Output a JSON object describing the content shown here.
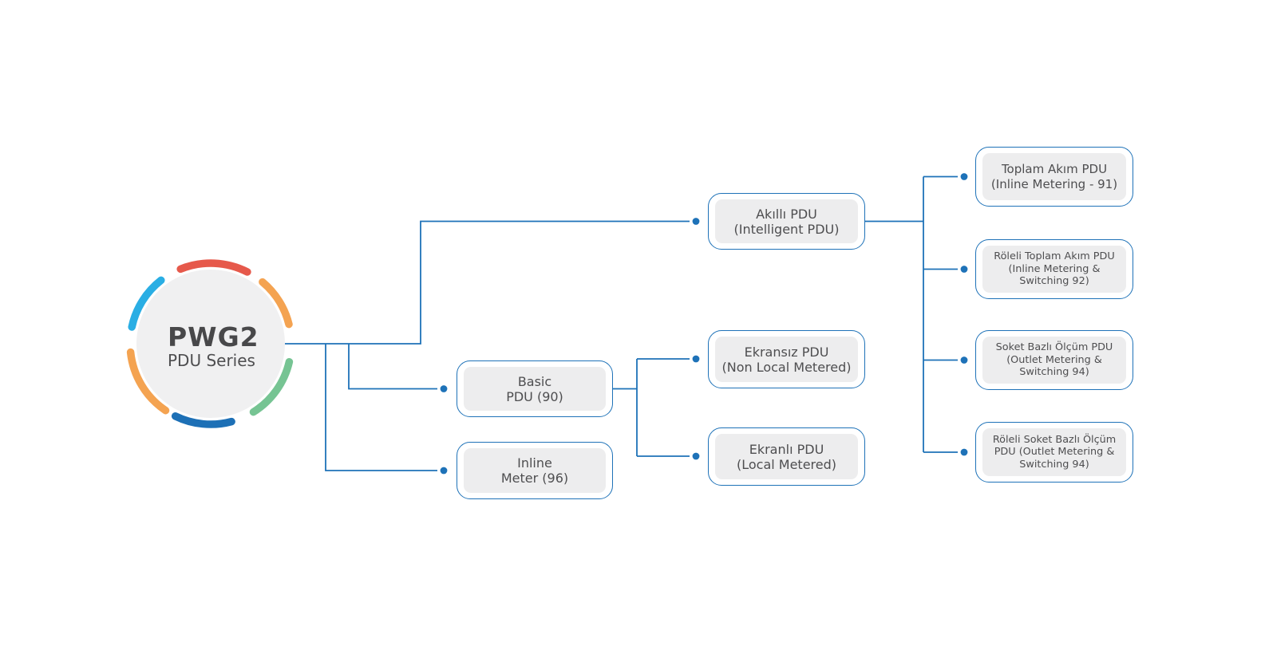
{
  "diagram": {
    "root": {
      "title": "PWG2",
      "subtitle": "PDU Series"
    },
    "nodes": {
      "akilli": {
        "lines": [
          "Akıllı PDU",
          "(Intelligent PDU)"
        ]
      },
      "basic": {
        "lines": [
          "Basic",
          "PDU (90)"
        ]
      },
      "inline_meter": {
        "lines": [
          "Inline",
          "Meter (96)"
        ]
      },
      "ekransiz": {
        "lines": [
          "Ekransız PDU",
          "(Non Local Metered)"
        ]
      },
      "ekranli": {
        "lines": [
          "Ekranlı PDU",
          "(Local Metered)"
        ]
      },
      "toplam_akim": {
        "lines": [
          "Toplam Akım PDU",
          "(Inline Metering - 91)"
        ]
      },
      "roleli_toplam": {
        "lines": [
          "Röleli Toplam Akım PDU",
          "(Inline Metering &",
          "Switching 92)"
        ]
      },
      "soket_bazli": {
        "lines": [
          "Soket Bazlı Ölçüm PDU",
          "(Outlet Metering &",
          "Switching 94)"
        ]
      },
      "roleli_soket": {
        "lines": [
          "Röleli Soket Bazlı Ölçüm",
          "PDU (Outlet Metering &",
          "Switching 94)"
        ]
      }
    },
    "hierarchy": [
      {
        "parent": "PWG2 PDU Series",
        "child": "Akıllı PDU (Intelligent PDU)"
      },
      {
        "parent": "PWG2 PDU Series",
        "child": "Basic PDU (90)"
      },
      {
        "parent": "PWG2 PDU Series",
        "child": "Inline Meter (96)"
      },
      {
        "parent": "Basic PDU (90)",
        "child": "Ekransız PDU (Non Local Metered)"
      },
      {
        "parent": "Basic PDU (90)",
        "child": "Ekranlı PDU (Local Metered)"
      },
      {
        "parent": "Akıllı PDU (Intelligent PDU)",
        "child": "Toplam Akım PDU (Inline Metering - 91)"
      },
      {
        "parent": "Akıllı PDU (Intelligent PDU)",
        "child": "Röleli Toplam Akım PDU (Inline Metering & Switching 92)"
      },
      {
        "parent": "Akıllı PDU (Intelligent PDU)",
        "child": "Soket Bazlı Ölçüm PDU (Outlet Metering & Switching 94)"
      },
      {
        "parent": "Akıllı PDU (Intelligent PDU)",
        "child": "Röleli Soket Bazlı Ölçüm PDU (Outlet Metering & Switching 94)"
      }
    ],
    "colors": {
      "line": "#1e72b8",
      "node_border": "#1e72b8",
      "node_fill": "#ededee",
      "text": "#4e4e50",
      "hub_fill": "#f0f0f1",
      "arc_red": "#e6594b",
      "arc_orange": "#f4a351",
      "arc_green": "#76c493",
      "arc_blue": "#1d70b6",
      "arc_cyan": "#2aaee4"
    }
  }
}
